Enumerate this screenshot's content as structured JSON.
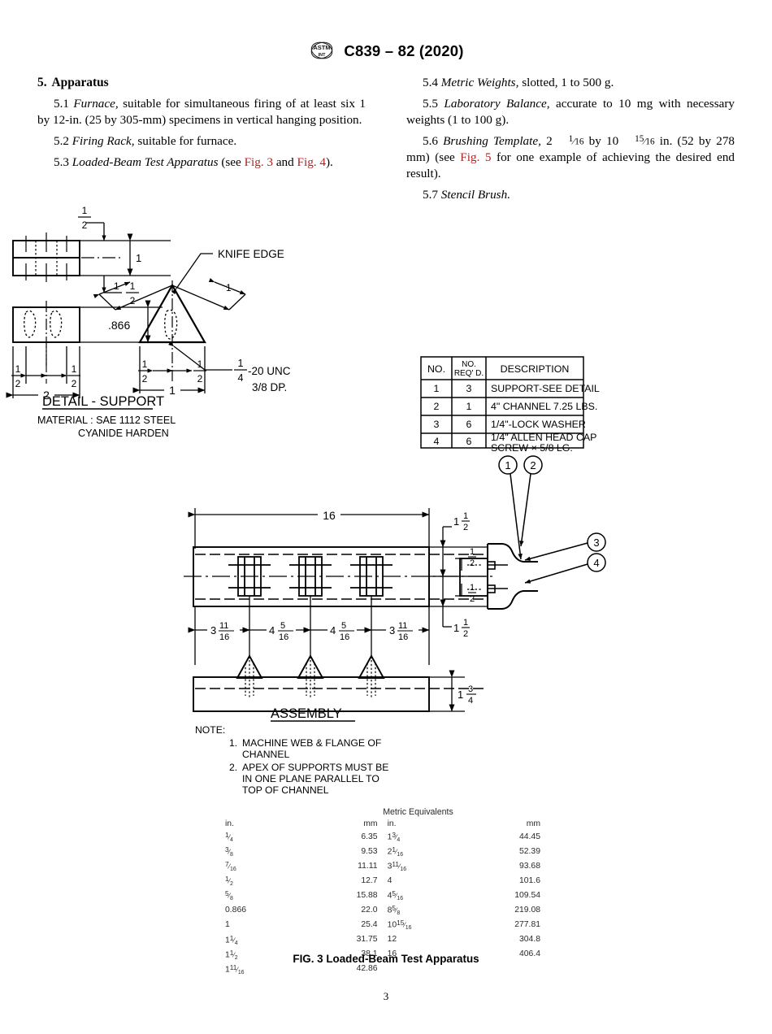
{
  "header": {
    "logo_icon": "astm-logo-icon",
    "standard_id": "C839 – 82 (2020)"
  },
  "page_number": "3",
  "section": {
    "number": "5.",
    "title": "Apparatus"
  },
  "left_column": [
    {
      "num": "5.1",
      "term": "Furnace,",
      "text": " suitable for simultaneous firing of at least six 1 by 12-in. (25 by 305-mm) specimens in vertical hanging position."
    },
    {
      "num": "5.2",
      "term": "Firing Rack,",
      "text": " suitable for furnace."
    },
    {
      "num": "5.3",
      "term": "Loaded-Beam Test Apparatus",
      "text": " (see Fig. 3 and Fig. 4).",
      "links": [
        "Fig. 3",
        "Fig. 4"
      ]
    }
  ],
  "right_column": [
    {
      "num": "5.4",
      "term": "Metric Weights,",
      "text": " slotted, 1 to 500 g."
    },
    {
      "num": "5.5",
      "term": "Laboratory Balance,",
      "text": " accurate to 10 mg with necessary weights (1 to 100 g)."
    },
    {
      "num": "5.6",
      "term": "Brushing Template,",
      "text": " 2 1/16 by 10 15/16 in. (52 by 278 mm) (see Fig. 5 for one example of achieving the desired end result).",
      "links": [
        "Fig. 5"
      ]
    },
    {
      "num": "5.7",
      "term": "Stencil Brush.",
      "text": ""
    }
  ],
  "figure": {
    "caption": "FIG. 3  Loaded-Beam Test Apparatus",
    "detail": {
      "title": "DETAIL - SUPPORT",
      "material_line1": "MATERIAL : SAE 1112 STEEL",
      "material_line2": "CYANIDE HARDEN",
      "knife_edge_label": "KNIFE EDGE",
      "thread_line1": "-20 UNC",
      "thread_line2": "3/8 DP.",
      "thread_fraction": "1/4",
      "dims": {
        "half": "1/2",
        "one": "1",
        "two": "2",
        "height_866": ".866"
      }
    },
    "parts_table": {
      "headers": [
        "NO.",
        "NO. REQ' D.",
        "DESCRIPTION"
      ],
      "header_req_line1": "NO.",
      "header_req_line2": "REQ' D.",
      "rows": [
        {
          "no": "1",
          "qty": "3",
          "desc": "SUPPORT-SEE DETAIL"
        },
        {
          "no": "2",
          "qty": "1",
          "desc": "4\" CHANNEL 7.25 LBS."
        },
        {
          "no": "3",
          "qty": "6",
          "desc": "1/4\"-LOCK WASHER"
        },
        {
          "no": "4",
          "qty": "6",
          "desc_line1": "1/4\" ALLEN HEAD CAP",
          "desc_line2": "SCREW × 5/8 LG."
        }
      ]
    },
    "assembly": {
      "title": "ASSEMBLY",
      "overall_length": "16",
      "spacings": [
        "3 11/16",
        "4 5/16",
        "4 5/16",
        "3 11/16"
      ],
      "balloons": [
        "1",
        "2",
        "3",
        "4"
      ],
      "right_dims": [
        "1 1/2",
        "1/2",
        "1/2",
        "1 1/2"
      ],
      "bottom_dim": "1 3/4",
      "note_label": "NOTE:",
      "notes": [
        {
          "n": "1.",
          "line1": "MACHINE WEB & FLANGE OF",
          "line2": "CHANNEL"
        },
        {
          "n": "2.",
          "line1": "APEX OF SUPPORTS MUST BE",
          "line2": "IN ONE PLANE PARALLEL TO",
          "line3": "TOP OF CHANNEL"
        }
      ]
    }
  },
  "metric_equivalents": {
    "title": "Metric Equivalents",
    "headers": {
      "in": "in.",
      "mm": "mm"
    },
    "left_rows": [
      {
        "in_whole": "",
        "in_num": "1",
        "in_den": "4",
        "mm": "6.35"
      },
      {
        "in_whole": "",
        "in_num": "3",
        "in_den": "8",
        "mm": "9.53"
      },
      {
        "in_whole": "",
        "in_num": "7",
        "in_den": "16",
        "mm": "11.11"
      },
      {
        "in_whole": "",
        "in_num": "1",
        "in_den": "2",
        "mm": "12.7"
      },
      {
        "in_whole": "",
        "in_num": "5",
        "in_den": "8",
        "mm": "15.88"
      },
      {
        "in_plain": "0.866",
        "mm": "22.0"
      },
      {
        "in_plain": "1",
        "mm": "25.4"
      },
      {
        "in_whole": "1",
        "in_num": "1",
        "in_den": "4",
        "mm": "31.75"
      },
      {
        "in_whole": "1",
        "in_num": "1",
        "in_den": "2",
        "mm": "38.1"
      },
      {
        "in_whole": "1",
        "in_num": "11",
        "in_den": "16",
        "mm": "42.86"
      }
    ],
    "right_rows": [
      {
        "in_whole": "1",
        "in_num": "3",
        "in_den": "4",
        "mm": "44.45"
      },
      {
        "in_whole": "2",
        "in_num": "1",
        "in_den": "16",
        "mm": "52.39"
      },
      {
        "in_whole": "3",
        "in_num": "11",
        "in_den": "16",
        "mm": "93.68"
      },
      {
        "in_plain": "4",
        "mm": "101.6"
      },
      {
        "in_whole": "4",
        "in_num": "5",
        "in_den": "16",
        "mm": "109.54"
      },
      {
        "in_whole": "8",
        "in_num": "5",
        "in_den": "8",
        "mm": "219.08"
      },
      {
        "in_whole": "10",
        "in_num": "15",
        "in_den": "16",
        "mm": "277.81"
      },
      {
        "in_plain": "12",
        "mm": "304.8"
      },
      {
        "in_plain": "16",
        "mm": "406.4"
      }
    ]
  },
  "colors": {
    "link": "#b42121",
    "ink": "#000000",
    "metric_text": "#2a2a2a"
  }
}
